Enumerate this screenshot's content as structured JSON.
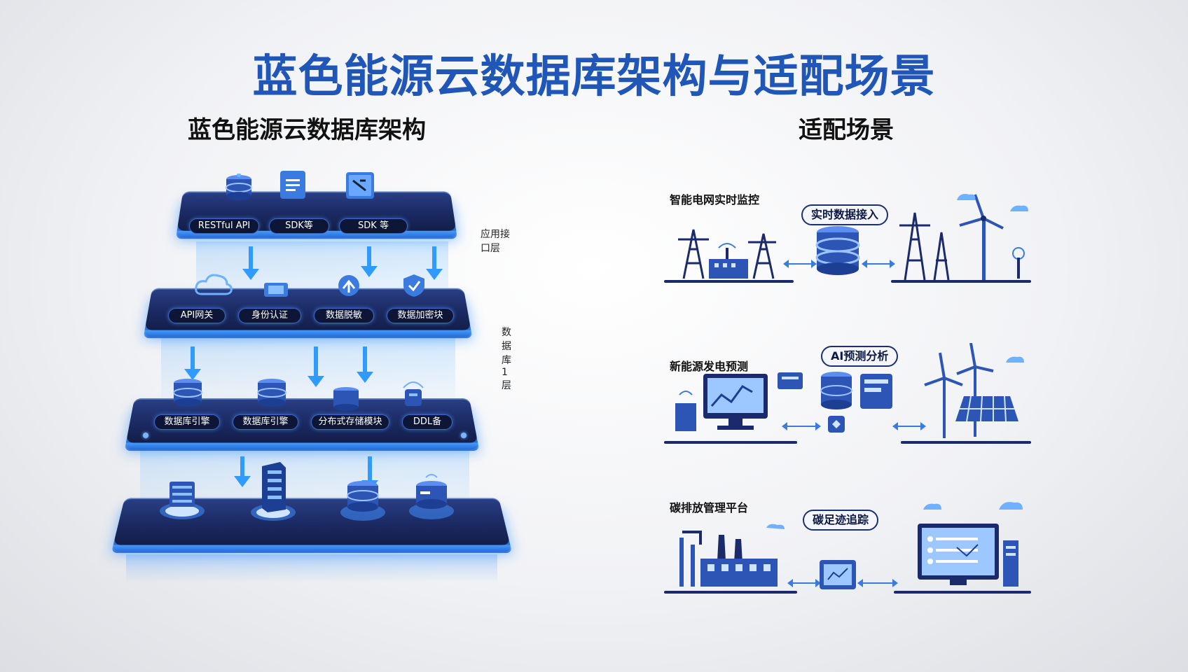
{
  "title": "蓝色能源云数据库架构与适配场景",
  "left_heading": "蓝色能源云数据库架构",
  "right_heading": "适配场景",
  "layers": {
    "l1": {
      "chips": [
        "RESTful API",
        "SDK等",
        "SDK 等"
      ],
      "side_label": "应用接口层"
    },
    "l2": {
      "chips": [
        "API网关",
        "身份认证",
        "数据脱敏",
        "数据加密块"
      ],
      "side_label": "数据库1层"
    },
    "l3": {
      "chips": [
        "数据库引擎",
        "数据库引擎",
        "分布式存储模块",
        "DDL备"
      ]
    }
  },
  "scenarios": [
    {
      "label": "智能电网实时监控",
      "pill": "实时数据接入"
    },
    {
      "label": "新能源发电预测",
      "pill": "AI预测分析"
    },
    {
      "label": "碳排放管理平台",
      "pill": "碳足迹追踪"
    }
  ],
  "colors": {
    "title": "#1f56b8",
    "layer_top": "#2a3f86",
    "accent": "#2f9bff",
    "dark": "#1a2a6a"
  },
  "icons": [
    "database-icon",
    "document-icon",
    "code-icon",
    "cloud-icon",
    "shield-icon",
    "server-icon",
    "power-tower-icon",
    "factory-icon",
    "wind-turbine-icon",
    "solar-panel-icon",
    "monitor-icon"
  ]
}
